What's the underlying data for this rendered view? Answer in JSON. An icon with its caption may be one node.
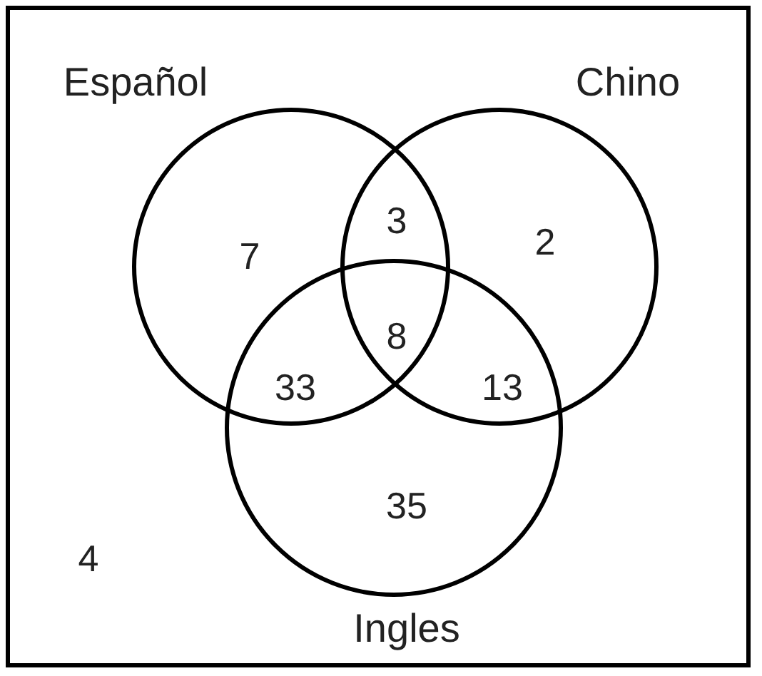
{
  "diagram": {
    "nodes": [
      {
        "text": [
          "Español"
        ]
      },
      {
        "text": [
          "Chino"
        ]
      },
      {
        "text": [
          "Ingles"
        ]
      }
    ],
    "edges": [],
    "labels": [
      "7",
      "3",
      "2",
      "8",
      "33",
      "13",
      "35",
      "4"
    ]
  }
}
